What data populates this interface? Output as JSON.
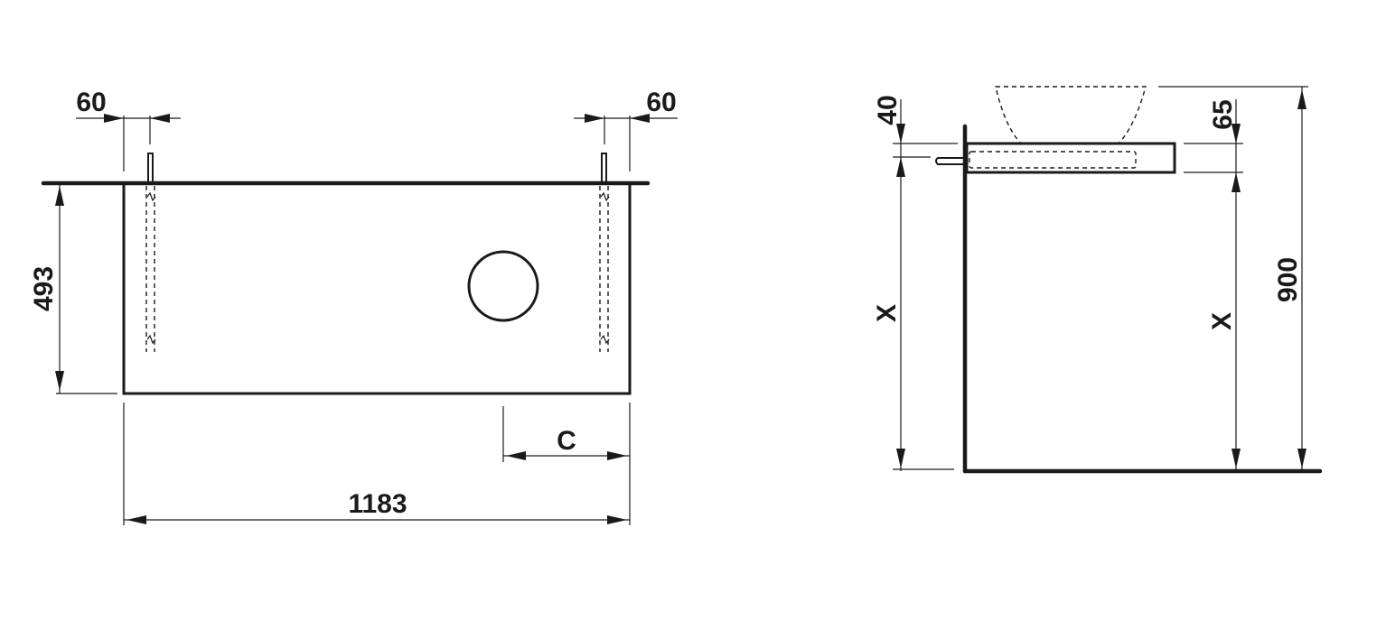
{
  "front_view": {
    "dim_left_offset": "60",
    "dim_right_offset": "60",
    "dim_height": "493",
    "dim_drain_position": "C",
    "dim_width": "1183"
  },
  "side_view": {
    "dim_top_clearance": "40",
    "dim_countertop_thickness": "65",
    "dim_total_height": "900",
    "dim_left_height": "X",
    "dim_right_height": "X"
  },
  "colors": {
    "line": "#1a1a1a",
    "background": "#ffffff"
  }
}
